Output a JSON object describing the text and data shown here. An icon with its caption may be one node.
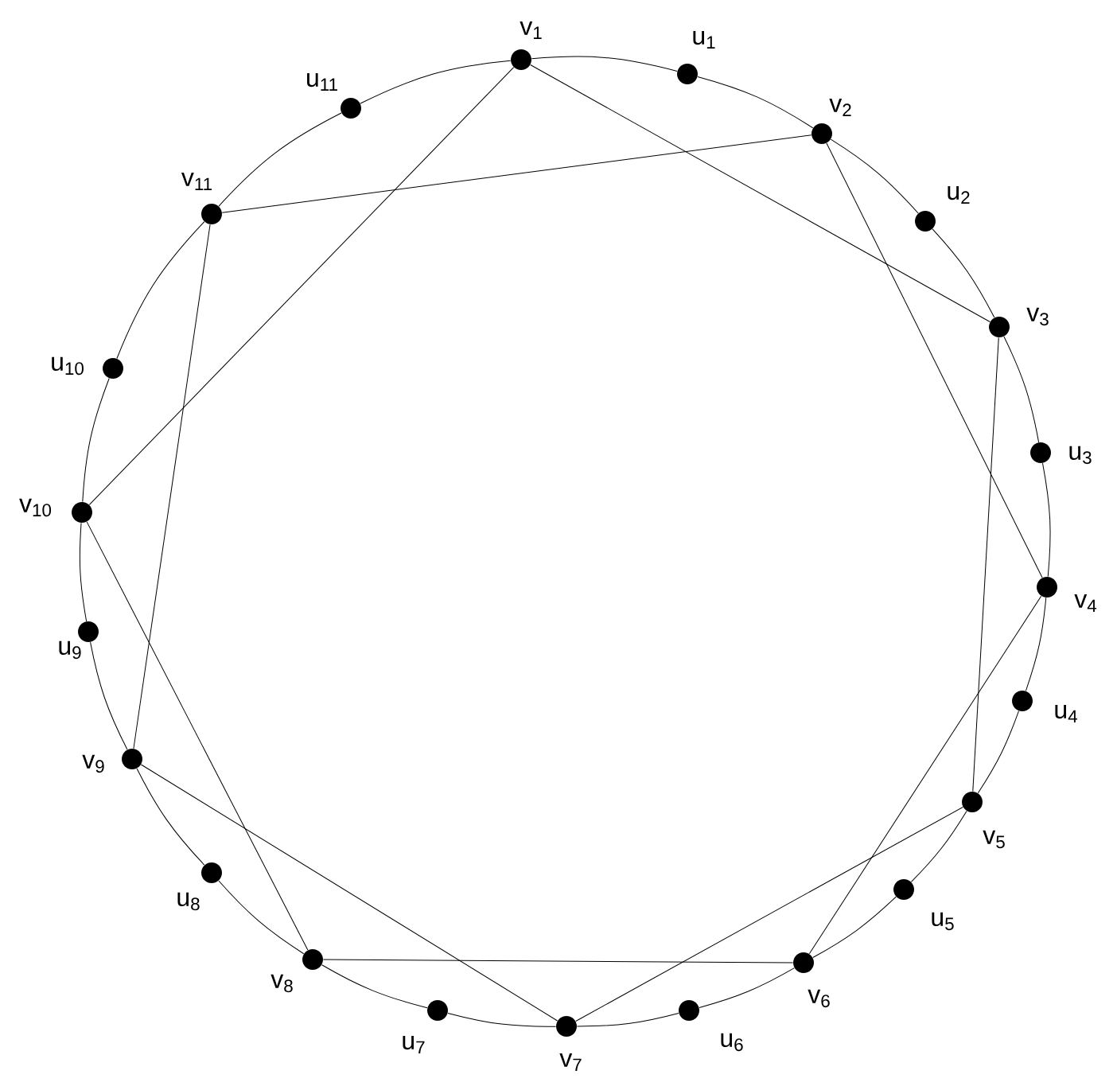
{
  "diagram": {
    "nodes": [
      {
        "text": [],
        "shape": "circle",
        "beside": [
          "v$_{1}$"
        ]
      },
      {
        "text": [],
        "shape": "circle",
        "beside": [
          "u$_{1}$"
        ]
      },
      {
        "text": [],
        "shape": "circle",
        "beside": [
          "v$_{2}$"
        ]
      },
      {
        "text": [],
        "shape": "circle",
        "beside": [
          "u$_{2}$"
        ]
      },
      {
        "text": [],
        "shape": "circle",
        "beside": [
          "v$_{3}$"
        ]
      },
      {
        "text": [],
        "shape": "circle",
        "beside": [
          "u$_{3}$"
        ]
      },
      {
        "text": [],
        "shape": "circle",
        "beside": [
          "v$_{4}$"
        ]
      },
      {
        "text": [],
        "shape": "circle",
        "beside": [
          "u$_{4}$"
        ]
      },
      {
        "text": [],
        "shape": "circle",
        "beside": [
          "v$_{5}$"
        ]
      },
      {
        "text": [],
        "shape": "circle",
        "beside": [
          "u$_{5}$"
        ]
      },
      {
        "text": [],
        "shape": "circle",
        "beside": [
          "v$_{6}$"
        ]
      },
      {
        "text": [],
        "shape": "circle",
        "beside": [
          "u$_{6}$"
        ]
      },
      {
        "text": [],
        "shape": "circle",
        "beside": [
          "v$_{7}$"
        ]
      },
      {
        "text": [],
        "shape": "circle",
        "beside": [
          "u$_{7}$"
        ]
      },
      {
        "text": [],
        "shape": "circle",
        "beside": [
          "v$_{8}$"
        ]
      },
      {
        "text": [],
        "shape": "circle",
        "beside": [
          "u$_{8}$"
        ]
      },
      {
        "text": [],
        "shape": "circle",
        "beside": [
          "v$_{9}$"
        ]
      },
      {
        "text": [],
        "shape": "circle",
        "beside": [
          "u$_{9}$"
        ]
      },
      {
        "text": [],
        "shape": "circle",
        "beside": [
          "v$_{10}$"
        ]
      },
      {
        "text": [],
        "shape": "circle",
        "beside": [
          "u$_{10}$"
        ]
      },
      {
        "text": [],
        "shape": "circle",
        "beside": [
          "v$_{11}$"
        ]
      },
      {
        "text": [],
        "shape": "circle",
        "beside": [
          "u$_{11}$"
        ]
      }
    ],
    "edges": [
      {
        "from": 0,
        "to": 1,
        "arrow": "none"
      },
      {
        "from": 1,
        "to": 2,
        "arrow": "none"
      },
      {
        "from": 2,
        "to": 3,
        "arrow": "none"
      },
      {
        "from": 3,
        "to": 4,
        "arrow": "none"
      },
      {
        "from": 4,
        "to": 5,
        "arrow": "none"
      },
      {
        "from": 5,
        "to": 6,
        "arrow": "none"
      },
      {
        "from": 6,
        "to": 7,
        "arrow": "none"
      },
      {
        "from": 7,
        "to": 8,
        "arrow": "none"
      },
      {
        "from": 8,
        "to": 9,
        "arrow": "none"
      },
      {
        "from": 9,
        "to": 10,
        "arrow": "none"
      },
      {
        "from": 10,
        "to": 11,
        "arrow": "none"
      },
      {
        "from": 11,
        "to": 12,
        "arrow": "none"
      },
      {
        "from": 12,
        "to": 13,
        "arrow": "none"
      },
      {
        "from": 13,
        "to": 14,
        "arrow": "none"
      },
      {
        "from": 14,
        "to": 15,
        "arrow": "none"
      },
      {
        "from": 15,
        "to": 16,
        "arrow": "none"
      },
      {
        "from": 16,
        "to": 17,
        "arrow": "none"
      },
      {
        "from": 17,
        "to": 18,
        "arrow": "none"
      },
      {
        "from": 18,
        "to": 19,
        "arrow": "none"
      },
      {
        "from": 19,
        "to": 20,
        "arrow": "none"
      },
      {
        "from": 20,
        "to": 21,
        "arrow": "none"
      },
      {
        "from": 21,
        "to": 0,
        "arrow": "none"
      },
      {
        "from": 0,
        "to": 4,
        "arrow": "none"
      },
      {
        "from": 0,
        "to": 18,
        "arrow": "none"
      },
      {
        "from": 2,
        "to": 20,
        "arrow": "none"
      },
      {
        "from": 2,
        "to": 6,
        "arrow": "none"
      },
      {
        "from": 4,
        "to": 8,
        "arrow": "none"
      },
      {
        "from": 6,
        "to": 10,
        "arrow": "none"
      },
      {
        "from": 8,
        "to": 12,
        "arrow": "none"
      },
      {
        "from": 10,
        "to": 14,
        "arrow": "none"
      },
      {
        "from": 12,
        "to": 16,
        "arrow": "none"
      },
      {
        "from": 14,
        "to": 18,
        "arrow": "none"
      },
      {
        "from": 16,
        "to": 20,
        "arrow": "none"
      }
    ]
  }
}
